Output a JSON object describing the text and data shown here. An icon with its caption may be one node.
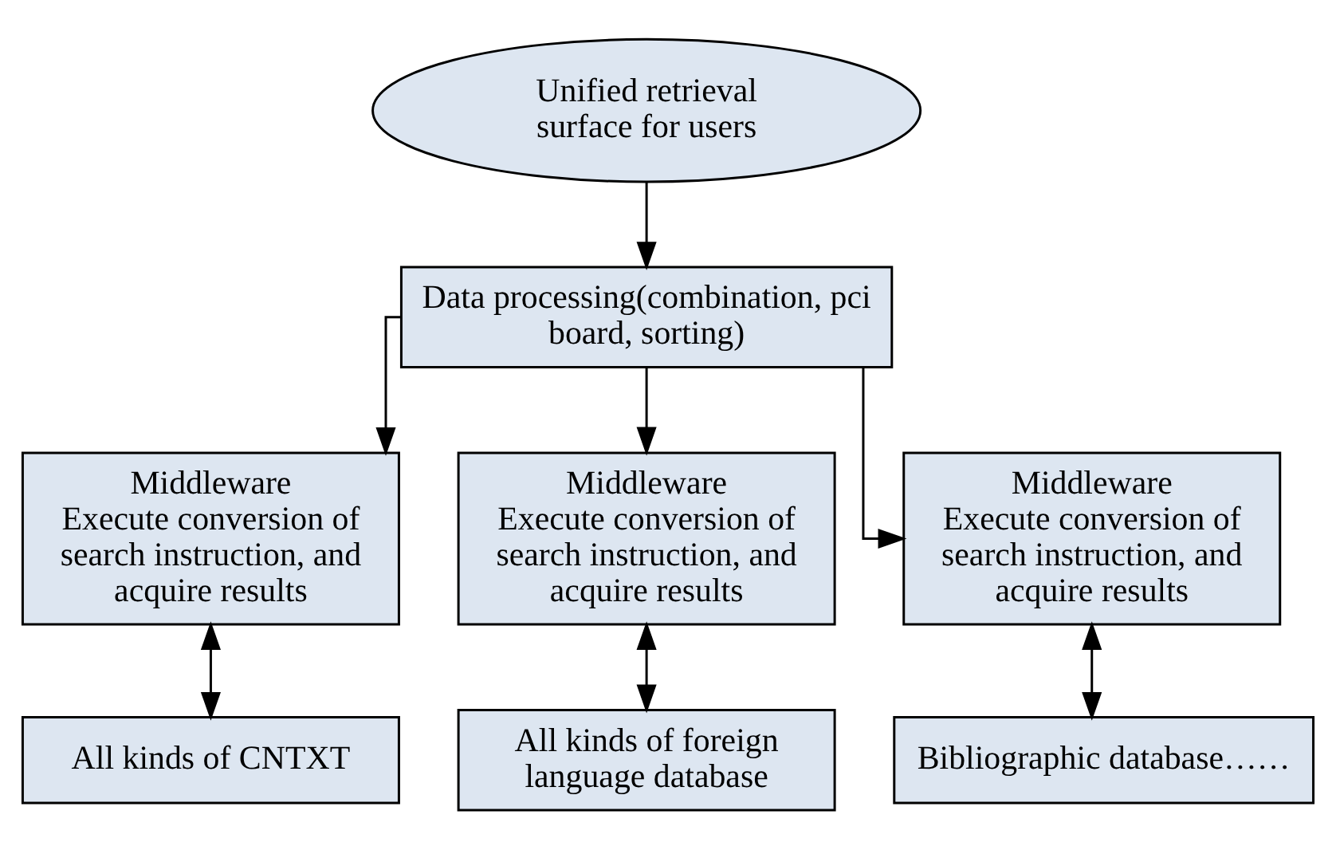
{
  "diagram": {
    "nodes": [
      {
        "text": [
          "Unified retrieval surface for users"
        ]
      },
      {
        "text": [
          "Data processing(combination, pci board, sorting)"
        ]
      },
      {
        "text": [
          "Middleware",
          "Execute conversion of search instruction, and acquire results"
        ]
      },
      {
        "text": [
          "Middleware",
          "Execute conversion of search instruction, and acquire results"
        ]
      },
      {
        "text": [
          "Middleware",
          "Execute conversion of search instruction, and acquire results"
        ]
      },
      {
        "text": [
          "All kinds of CNTXT"
        ]
      },
      {
        "text": [
          "All kinds of foreign language database"
        ]
      },
      {
        "text": [
          "Bibliographic database……"
        ]
      }
    ],
    "edges": [
      {
        "from": 0,
        "to": 1,
        "arrow": "to"
      },
      {
        "from": 1,
        "to": 2,
        "arrow": "to"
      },
      {
        "from": 1,
        "to": 3,
        "arrow": "to"
      },
      {
        "from": 1,
        "to": 4,
        "arrow": "to"
      },
      {
        "from": 2,
        "to": 5,
        "arrow": "both"
      },
      {
        "from": 3,
        "to": 6,
        "arrow": "both"
      },
      {
        "from": 4,
        "to": 7,
        "arrow": "both"
      }
    ]
  }
}
